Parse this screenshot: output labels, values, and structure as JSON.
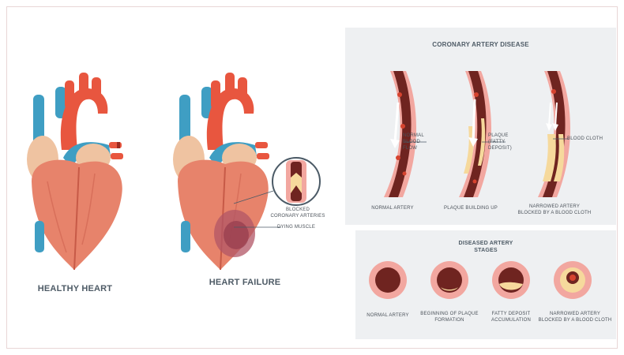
{
  "left": {
    "healthy_label": "HEALTHY HEART",
    "failure_label": "HEART FAILURE",
    "callouts": {
      "blocked_line1": "BLOCKED",
      "blocked_line2": "CORONARY ARTERIES",
      "dying": "DYING MUSCLE"
    }
  },
  "cad": {
    "title": "CORONARY ARTERY DISEASE",
    "arteries": [
      {
        "caption1": "NORMAL ARTERY",
        "caption2": "",
        "note1": "NORMAL",
        "note2": "BLOOD FLOW"
      },
      {
        "caption1": "PLAQUE BUILDING UP",
        "caption2": "",
        "note1": "PLAQUE",
        "note2": "(FATTY DEPOSIT)"
      },
      {
        "caption1": "NARROWED ARTERY",
        "caption2": "BLOCKED BY A BLOOD CLOTH",
        "note1": "BLOOD CLOTH",
        "note2": ""
      }
    ]
  },
  "stages": {
    "title1": "DISEASED ARTERY",
    "title2": "STAGES",
    "items": [
      {
        "line1": "NORMAL ARTERY",
        "line2": ""
      },
      {
        "line1": "BEGINNING OF PLAQUE",
        "line2": "FORMATION"
      },
      {
        "line1": "FATTY DEPOSIT",
        "line2": "ACCUMULATION"
      },
      {
        "line1": "NARROWED ARTERY",
        "line2": "BLOCKED BY A BLOOD CLOTH"
      }
    ]
  },
  "colors": {
    "heart": "#e7836b",
    "aorta": "#e8563f",
    "vein_blue": "#3f9ec3",
    "fat": "#efc3a1",
    "vessel_wall": "#f2a7a0",
    "lumen": "#6f2420",
    "plaque": "#f6d99c",
    "panel_bg": "#eef0f2"
  }
}
